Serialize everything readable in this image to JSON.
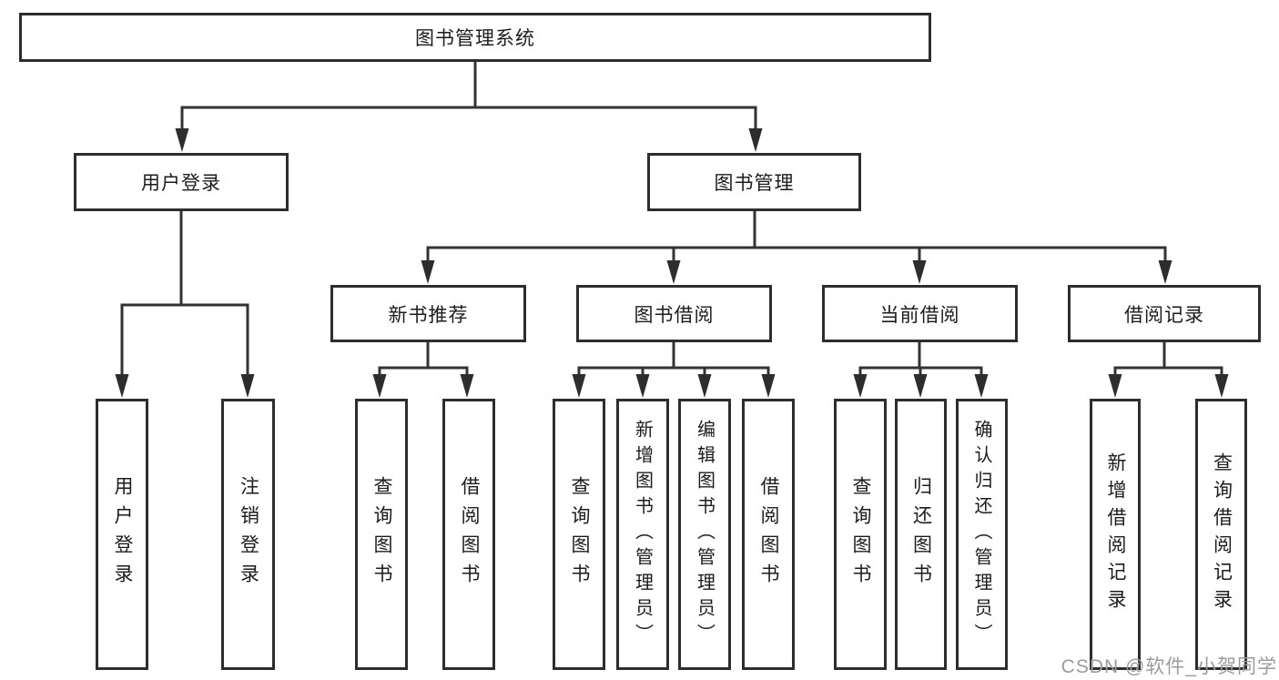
{
  "tree": {
    "root": "图书管理系统",
    "branches": [
      {
        "label": "用户登录",
        "leaves": [
          "用户登录",
          "注销登录"
        ]
      },
      {
        "label": "图书管理",
        "groups": [
          {
            "label": "新书推荐",
            "leaves": [
              "查询图书",
              "借阅图书"
            ]
          },
          {
            "label": "图书借阅",
            "leaves": [
              "查询图书",
              "新增图书（管理员）",
              "编辑图书（管理员）",
              "借阅图书"
            ]
          },
          {
            "label": "当前借阅",
            "leaves": [
              "查询图书",
              "归还图书",
              "确认归还（管理员）"
            ]
          },
          {
            "label": "借阅记录",
            "leaves": [
              "新增借阅记录",
              "查询借阅记录"
            ]
          }
        ]
      }
    ]
  },
  "watermark": {
    "text": "CSDN @软件_小贺同学"
  },
  "colors": {
    "line": "#333333",
    "box_border": "#2d2d2d",
    "text": "#1c1c1c",
    "watermark": "#9b9b9b",
    "background": "#ffffff"
  }
}
